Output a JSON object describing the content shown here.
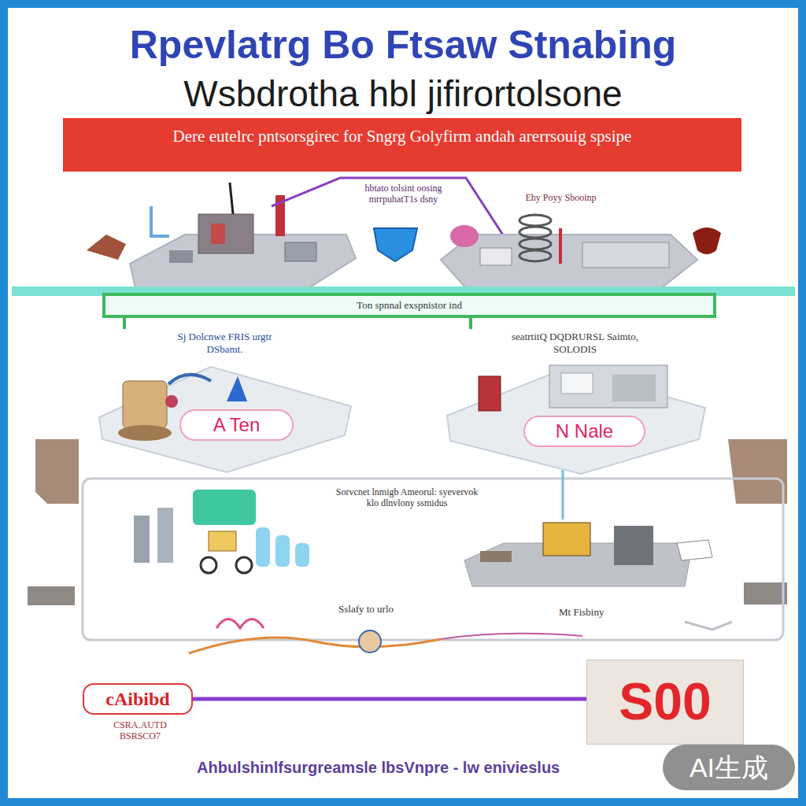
{
  "diagram": {
    "title": "Rpevlatrg Bo Ftsaw Stnabing",
    "nodes": [
      {
        "text": [
          "Dere eutelrc pntsorsgirec for Sngrg Golyfirm andah arerrsouig spsipe"
        ]
      },
      {
        "text": [
          "Ton spnnal exspnistor ind"
        ]
      },
      {
        "text": [
          "Sj Dolcnwe FRIS urgtr DSbamt."
        ]
      },
      {
        "text": [
          "A Ten"
        ],
        "in": 2
      },
      {
        "text": [
          "seatrtitQ DQDRURSL Saimto, SOLODIS"
        ]
      },
      {
        "text": [
          "N Nale"
        ],
        "in": 4
      },
      {
        "text": [
          "cAibibd"
        ]
      },
      {
        "text": [
          "S00"
        ]
      },
      {
        "text": [
          "AI生成"
        ]
      }
    ],
    "edges": [
      {
        "from": 1,
        "to": 2,
        "arrow": "none"
      },
      {
        "from": 1,
        "to": 4,
        "arrow": "none"
      },
      {
        "from": 6,
        "to": 7,
        "arrow": "none"
      }
    ],
    "labels": [
      "Wsbdrotha hbl jifirortolsone",
      "hbtato tolsint oosing mrrpuhatT1s dsny",
      "Ehy Poyy Sbooinp",
      "Sorvcnet lnmigb Ameorul: syevervok klo dlnvlony ssmidus",
      "Sslafy to urlo",
      "Mt Fisbiny",
      "CSRA.AUTD BSRSCO7",
      "Ahbulshinlfsurgreamsle lbsVnpre - lw enivieslus"
    ]
  }
}
